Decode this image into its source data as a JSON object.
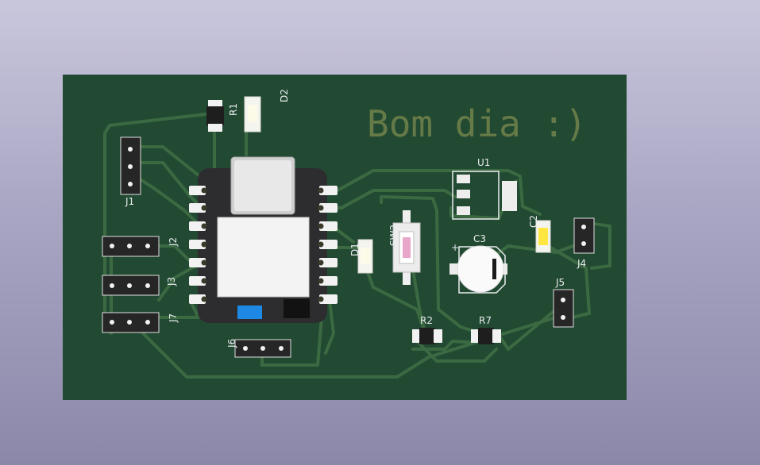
{
  "board": {
    "silkscreen_text": "Bom dia :)",
    "colors": {
      "background_top": "#c9c7dc",
      "background_bottom": "#8b88a9",
      "soldermask": "#224a33",
      "trace": "#3b6a42",
      "silkscreen": "#e9ecef",
      "pad": "#f2f2f2",
      "microcontroller_body": "#2d2d2f",
      "led_yellow": "#ffe640",
      "button_pink": "#e8a7c8",
      "indicator_blue": "#1e88e5"
    }
  },
  "references": {
    "R1": "R1",
    "D2": "D2",
    "J1": "J1",
    "J2": "J2",
    "J3": "J3",
    "J7": "J7",
    "J6": "J6",
    "D1": "D1",
    "SW2": "SW2",
    "U1": "U1",
    "C2": "C2",
    "C3": "C3",
    "C3_polarity": "+",
    "J4": "J4",
    "J5": "J5",
    "R2": "R2",
    "R7": "R7"
  }
}
